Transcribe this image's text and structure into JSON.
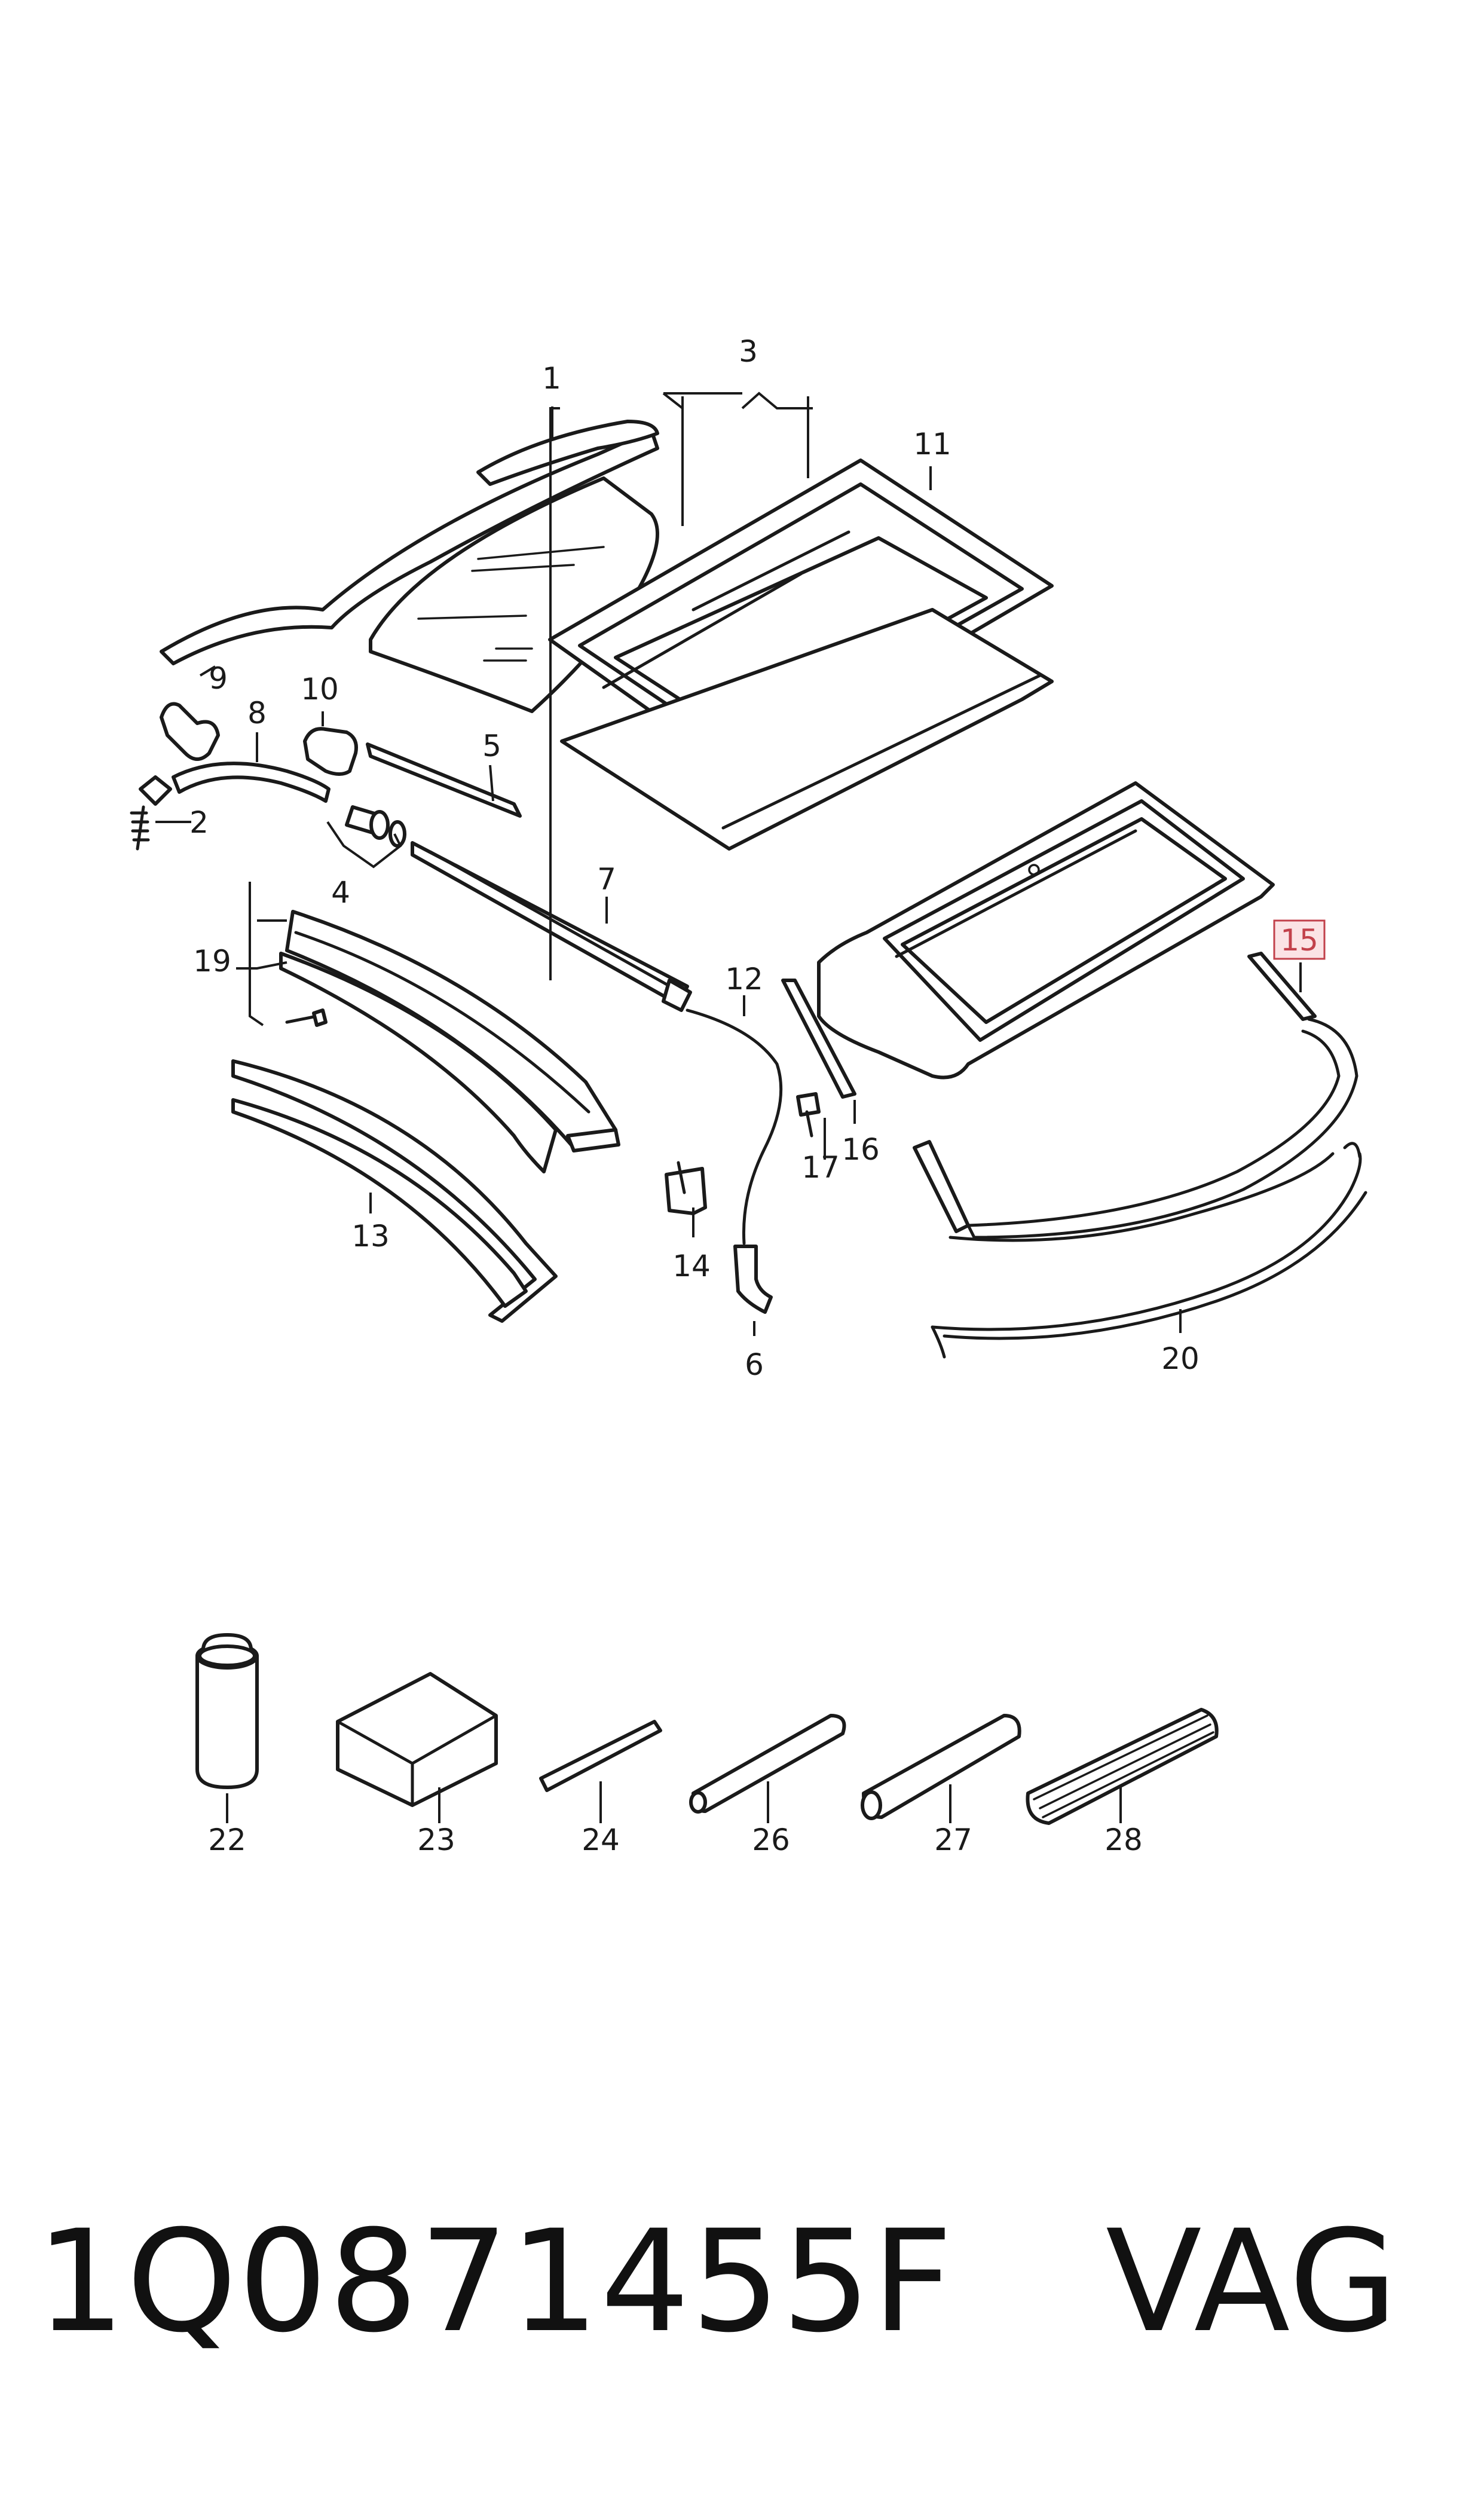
{
  "callouts": {
    "c1": "1",
    "c2": "2",
    "c3": "3",
    "c4": "4",
    "c5": "5",
    "c6": "6",
    "c7": "7",
    "c8": "8",
    "c9": "9",
    "c10": "10",
    "c11": "11",
    "c12": "12",
    "c13": "13",
    "c14": "14",
    "c15": "15",
    "c16": "16",
    "c17": "17",
    "c19": "19",
    "c20": "20",
    "c22": "22",
    "c23": "23",
    "c24": "24",
    "c26": "26",
    "c27": "27",
    "c28": "28"
  },
  "highlighted_callout": "15",
  "highlight_color": "#c2414b",
  "caption": {
    "part_number": "1Q0871455F",
    "brand": "VAG"
  }
}
